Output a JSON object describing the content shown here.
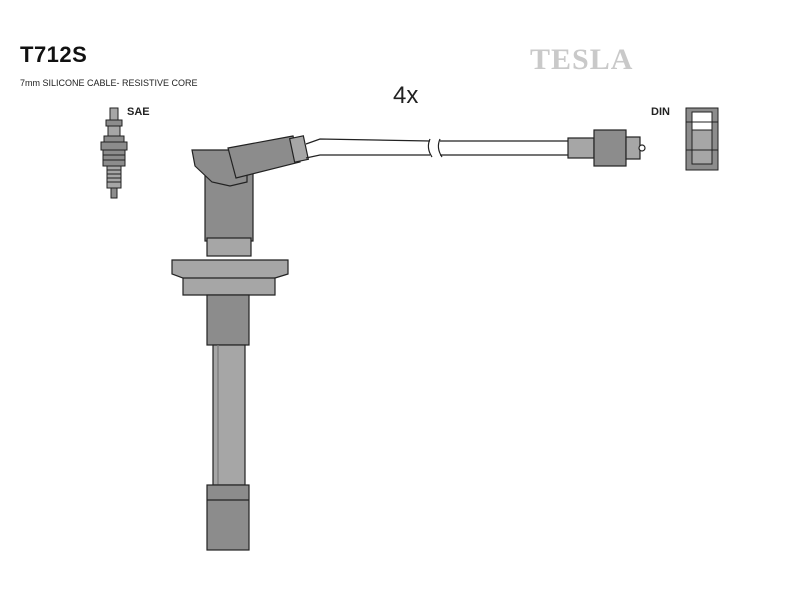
{
  "header": {
    "part_code": "T712S",
    "cable_spec": "7mm SILICONE CABLE- RESISTIVE CORE",
    "brand": "TESLA"
  },
  "diagram": {
    "quantity": "4x",
    "sae_label": "SAE",
    "din_label": "DIN",
    "colors": {
      "fill": "#8c8c8c",
      "fill_light": "#a6a6a6",
      "stroke": "#222222"
    }
  }
}
